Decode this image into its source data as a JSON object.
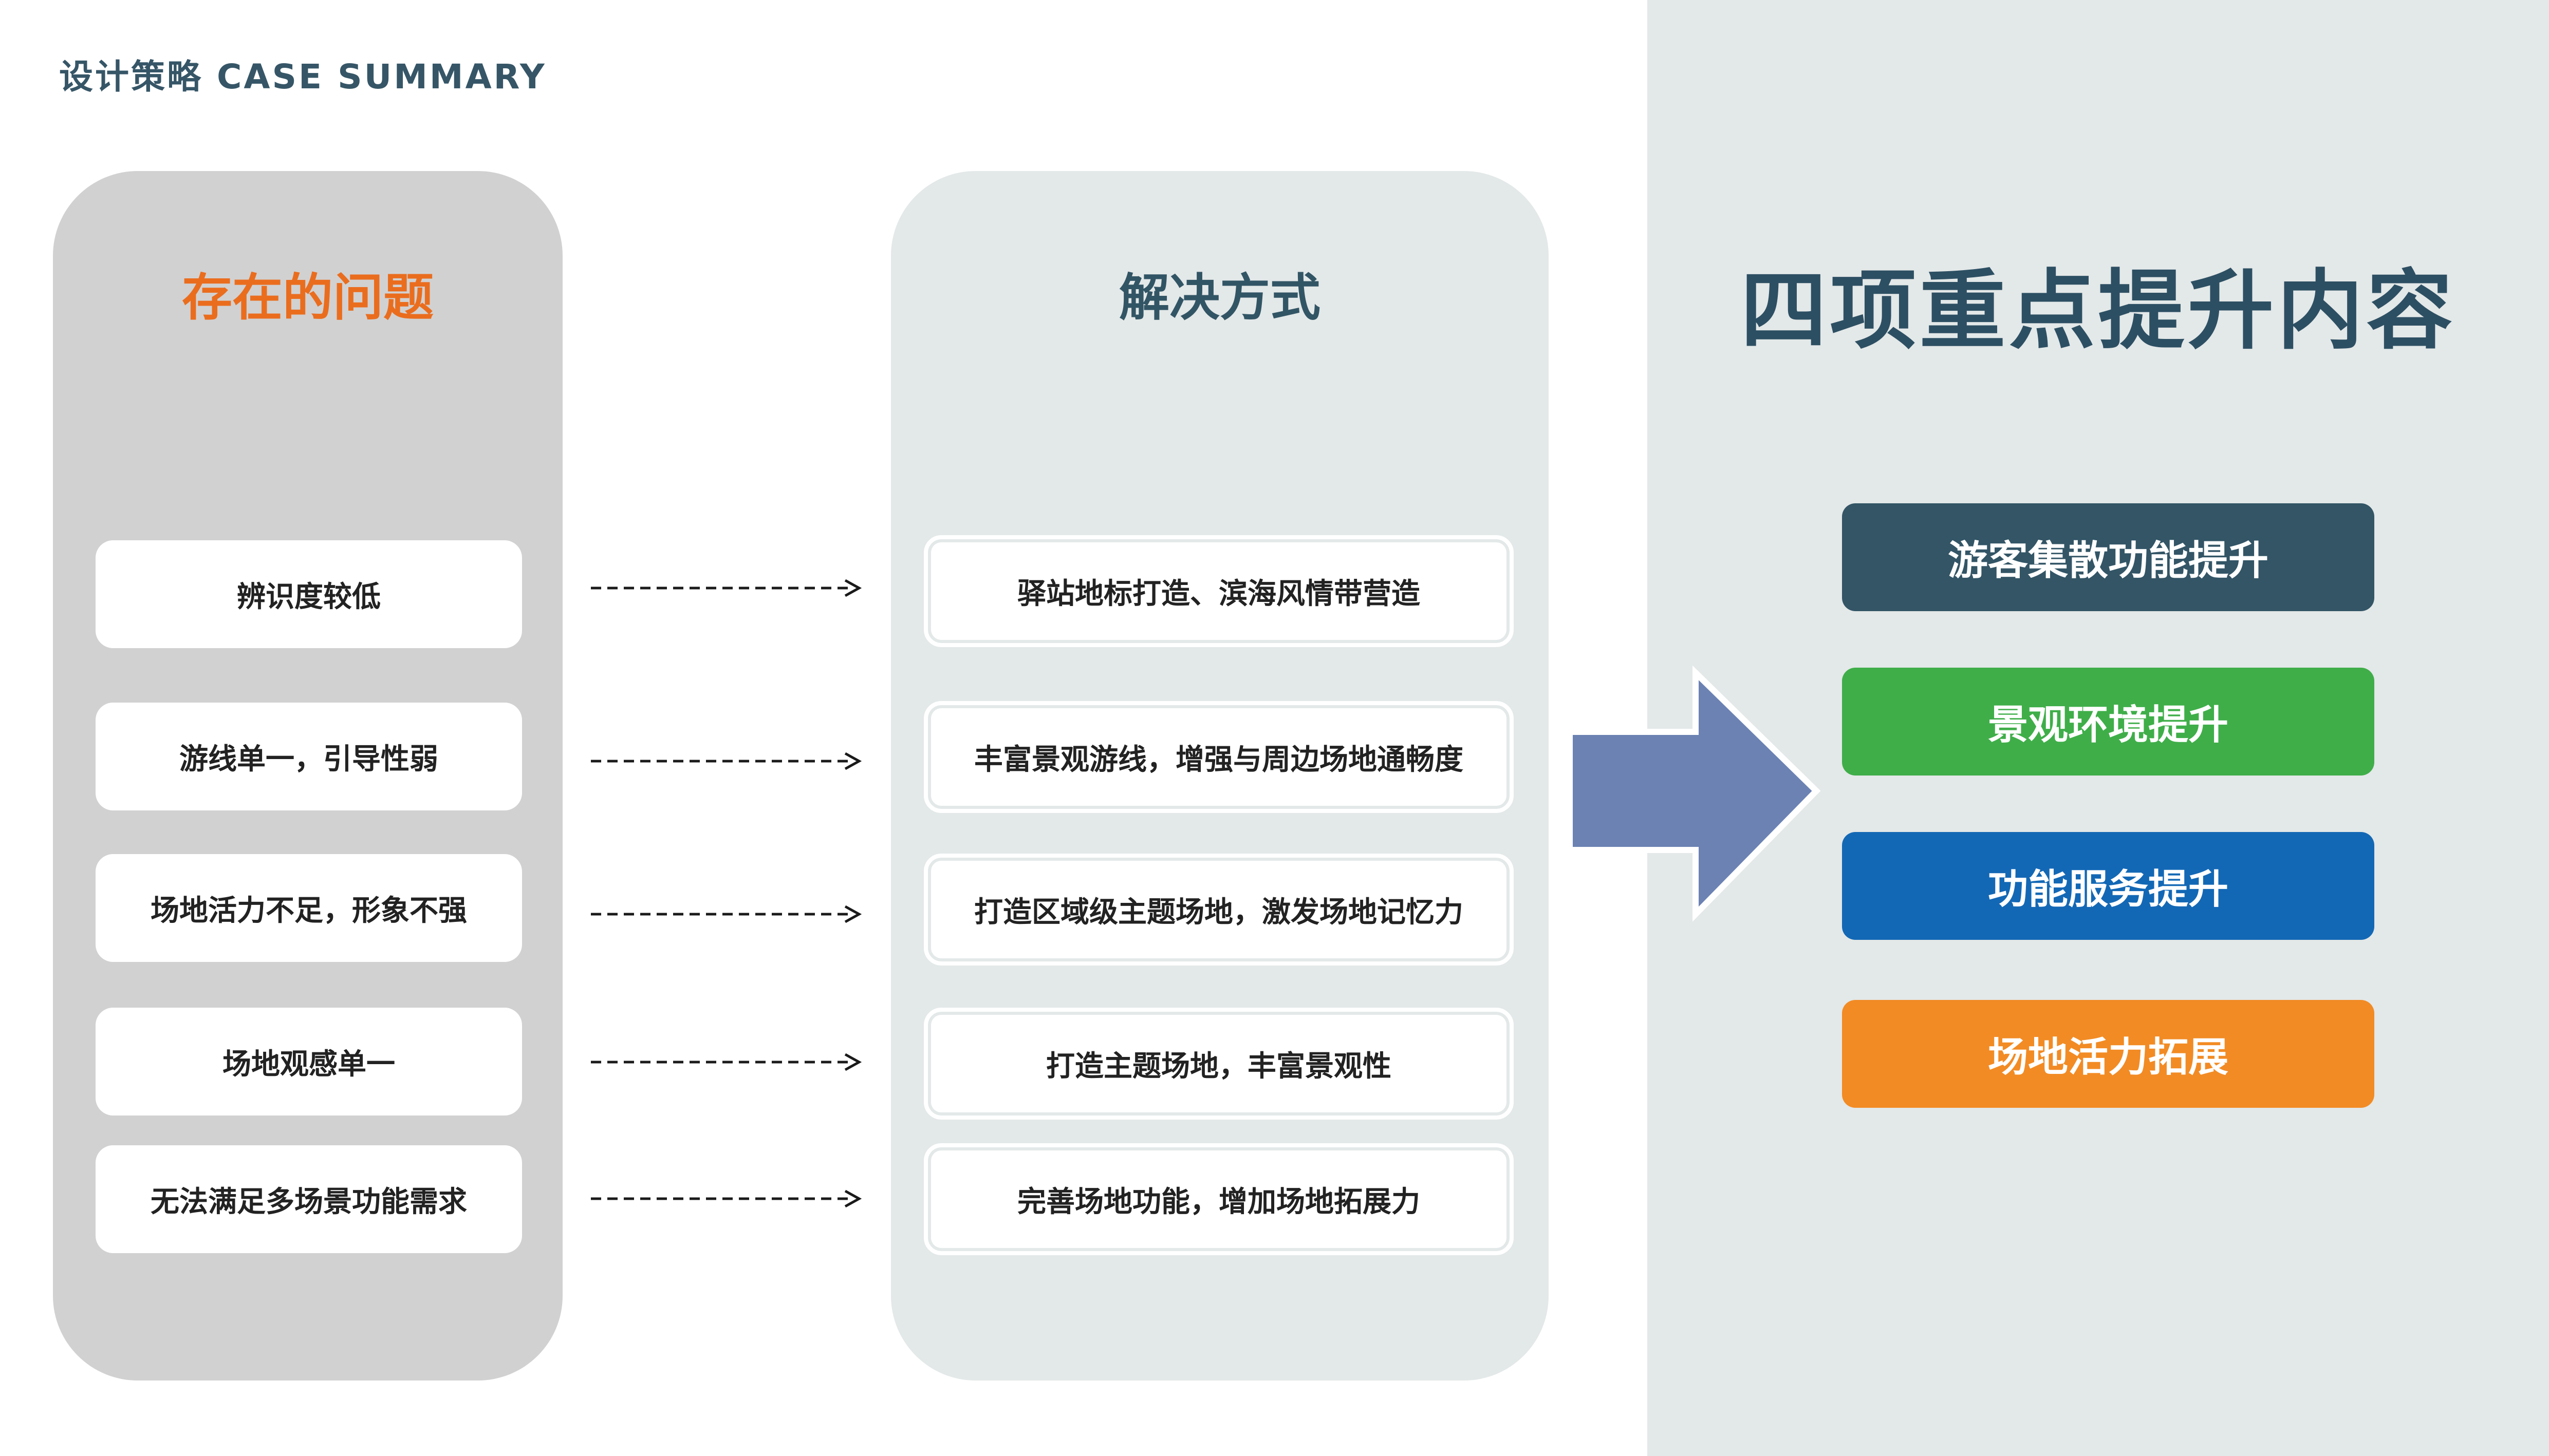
{
  "header": {
    "title": "设计策略 CASE SUMMARY"
  },
  "problems": {
    "heading": "存在的问题",
    "items": [
      "辨识度较低",
      "游线单一，引导性弱",
      "场地活力不足，形象不强",
      "场地观感单一",
      "无法满足多场景功能需求"
    ]
  },
  "solutions": {
    "heading": "解决方式",
    "items": [
      "驿站地标打造、滨海风情带营造",
      "丰富景观游线，增强与周边场地通畅度",
      "打造区域级主题场地，激发场地记忆力",
      "打造主题场地，丰富景观性",
      "完善场地功能，增加场地拓展力"
    ]
  },
  "key_points": {
    "title": "四项重点提升内容",
    "items": [
      {
        "label": "游客集散功能提升",
        "color": "#335566"
      },
      {
        "label": "景观环境提升",
        "color": "#3fae49"
      },
      {
        "label": "功能服务提升",
        "color": "#1368b5"
      },
      {
        "label": "场地活力拓展",
        "color": "#f28b24"
      }
    ]
  },
  "colors": {
    "problems_accent": "#ea6d1e",
    "title_dark": "#2d4f63",
    "big_arrow": "#6b82b3"
  }
}
